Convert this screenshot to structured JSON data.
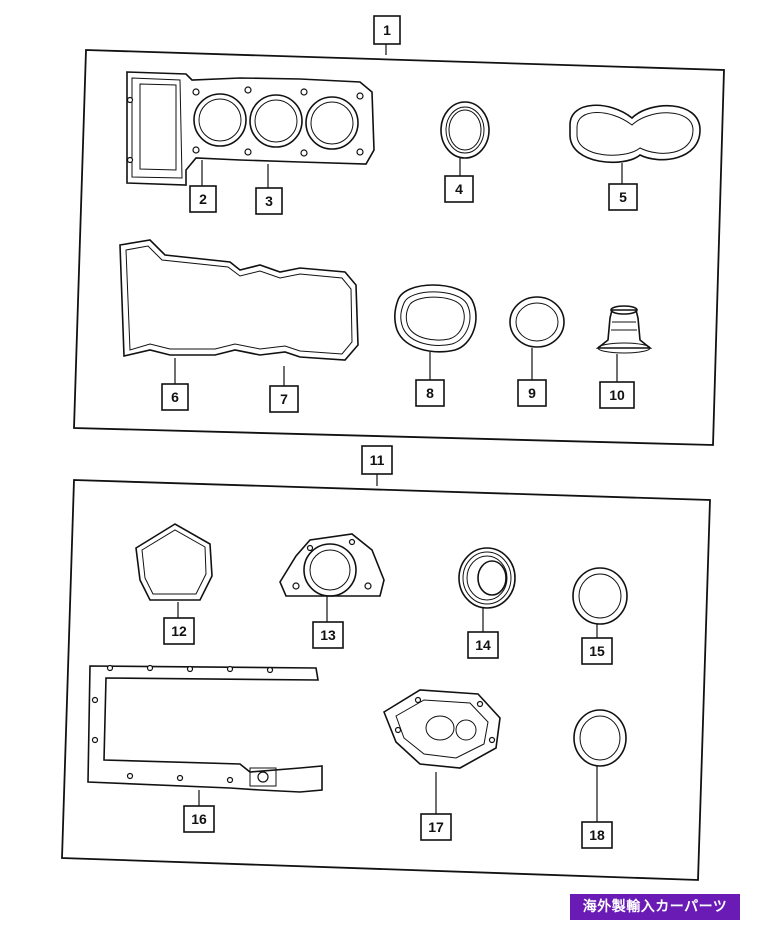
{
  "callouts": {
    "c1": "1",
    "c2": "2",
    "c3": "3",
    "c4": "4",
    "c5": "5",
    "c6": "6",
    "c7": "7",
    "c8": "8",
    "c9": "9",
    "c10": "10",
    "c11": "11",
    "c12": "12",
    "c13": "13",
    "c14": "14",
    "c15": "15",
    "c16": "16",
    "c17": "17",
    "c18": "18"
  },
  "watermark": {
    "text": "海外製輸入カーパーツ",
    "background": "#6a1bb5",
    "color": "#ffffff"
  }
}
